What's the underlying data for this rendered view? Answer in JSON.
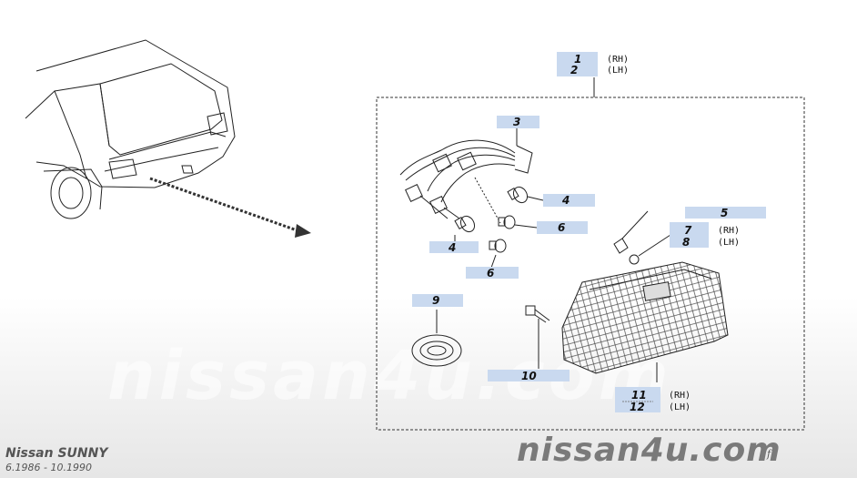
{
  "callouts": [
    {
      "id": "c1",
      "number": "1",
      "side": "(RH)"
    },
    {
      "id": "c2",
      "number": "2",
      "side": "(LH)"
    },
    {
      "id": "c3",
      "number": "3"
    },
    {
      "id": "c4a",
      "number": "4"
    },
    {
      "id": "c4b",
      "number": "4"
    },
    {
      "id": "c5",
      "number": "5"
    },
    {
      "id": "c6a",
      "number": "6"
    },
    {
      "id": "c6b",
      "number": "6"
    },
    {
      "id": "c7",
      "number": "7",
      "side": "(RH)"
    },
    {
      "id": "c8",
      "number": "8",
      "side": "(LH)"
    },
    {
      "id": "c9",
      "number": "9"
    },
    {
      "id": "c10",
      "number": "10"
    },
    {
      "id": "c11",
      "number": "11",
      "side": "(RH)"
    },
    {
      "id": "c12",
      "number": "12",
      "side": "(LH)"
    }
  ],
  "watermark": "nissan4u.com",
  "footer": {
    "model": "Nissan SUNNY",
    "dates": "6.1986 - 10.1990",
    "brand": "nissan4u.com",
    "page_mark": "f"
  },
  "colors": {
    "callout_box": "#c9d9ef",
    "line": "#222222",
    "brand_text": "#7a7a7a"
  }
}
